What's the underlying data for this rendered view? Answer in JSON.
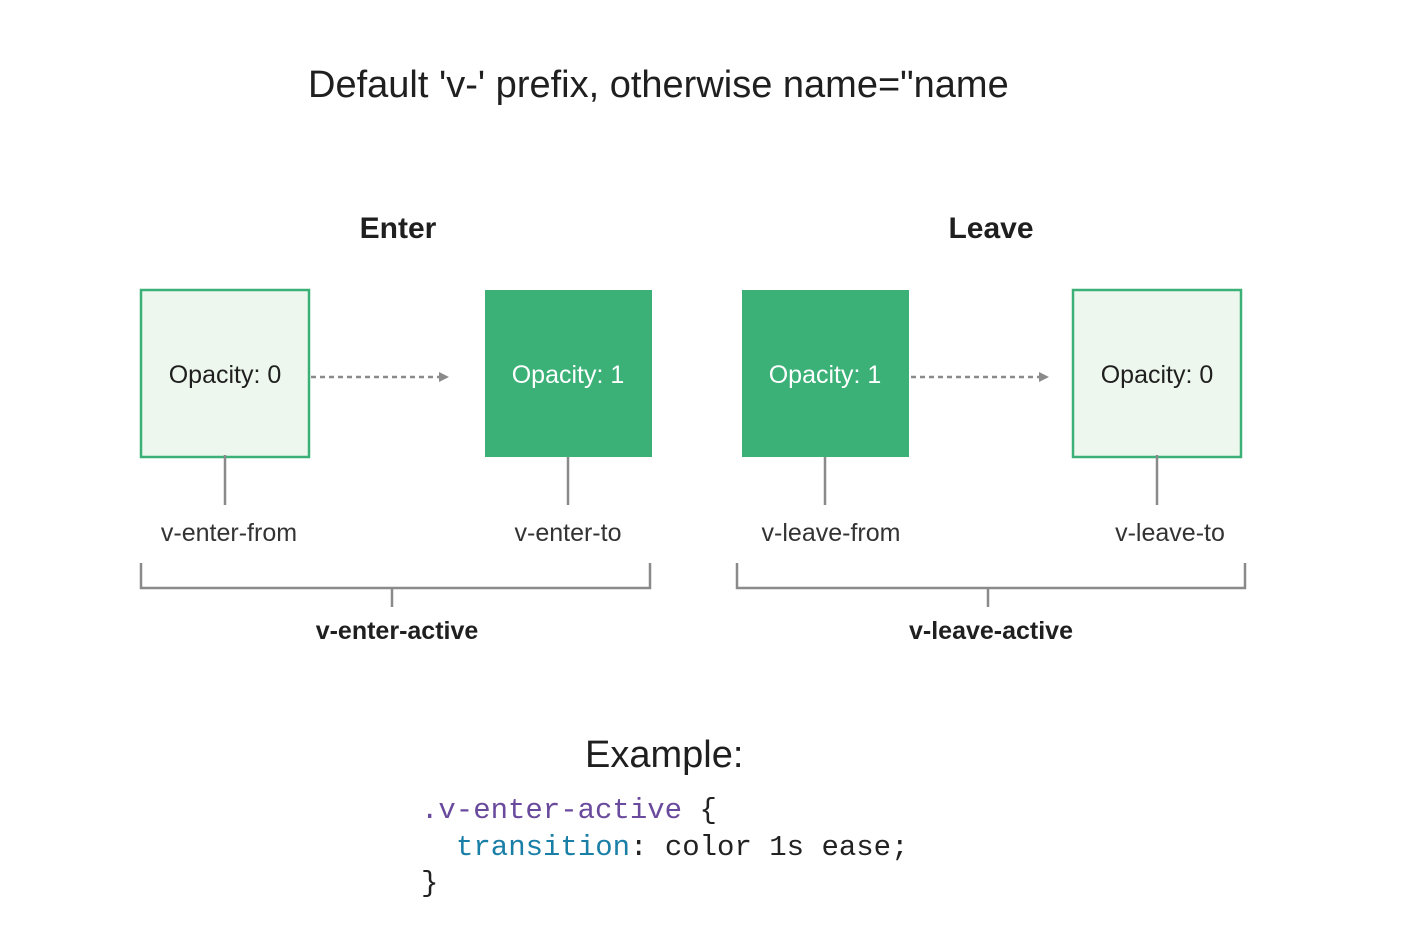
{
  "diagram": {
    "title": "Default 'v-' prefix, otherwise name=\"name",
    "colors": {
      "light_fill": "#edf7ee",
      "light_border": "#3bb077",
      "solid_fill": "#3bb077",
      "connector": "#8a8a8a",
      "text_dark": "#1f1f1f",
      "text_light": "#ffffff",
      "code_selector": "#6a4a9c",
      "code_property": "#1a7fa6",
      "code_plain": "#222222"
    },
    "enter": {
      "heading": "Enter",
      "from_box": "Opacity: 0",
      "to_box": "Opacity: 1",
      "from_label": "v-enter-from",
      "to_label": "v-enter-to",
      "active_label": "v-enter-active"
    },
    "leave": {
      "heading": "Leave",
      "from_box": "Opacity: 1",
      "to_box": "Opacity: 0",
      "from_label": "v-leave-from",
      "to_label": "v-leave-to",
      "active_label": "v-leave-active"
    },
    "example": {
      "heading": "Example:",
      "selector": ".v-enter-active",
      "open_brace": " {",
      "property": "transition",
      "value": ": color 1s ease;",
      "close_brace": "}"
    }
  }
}
